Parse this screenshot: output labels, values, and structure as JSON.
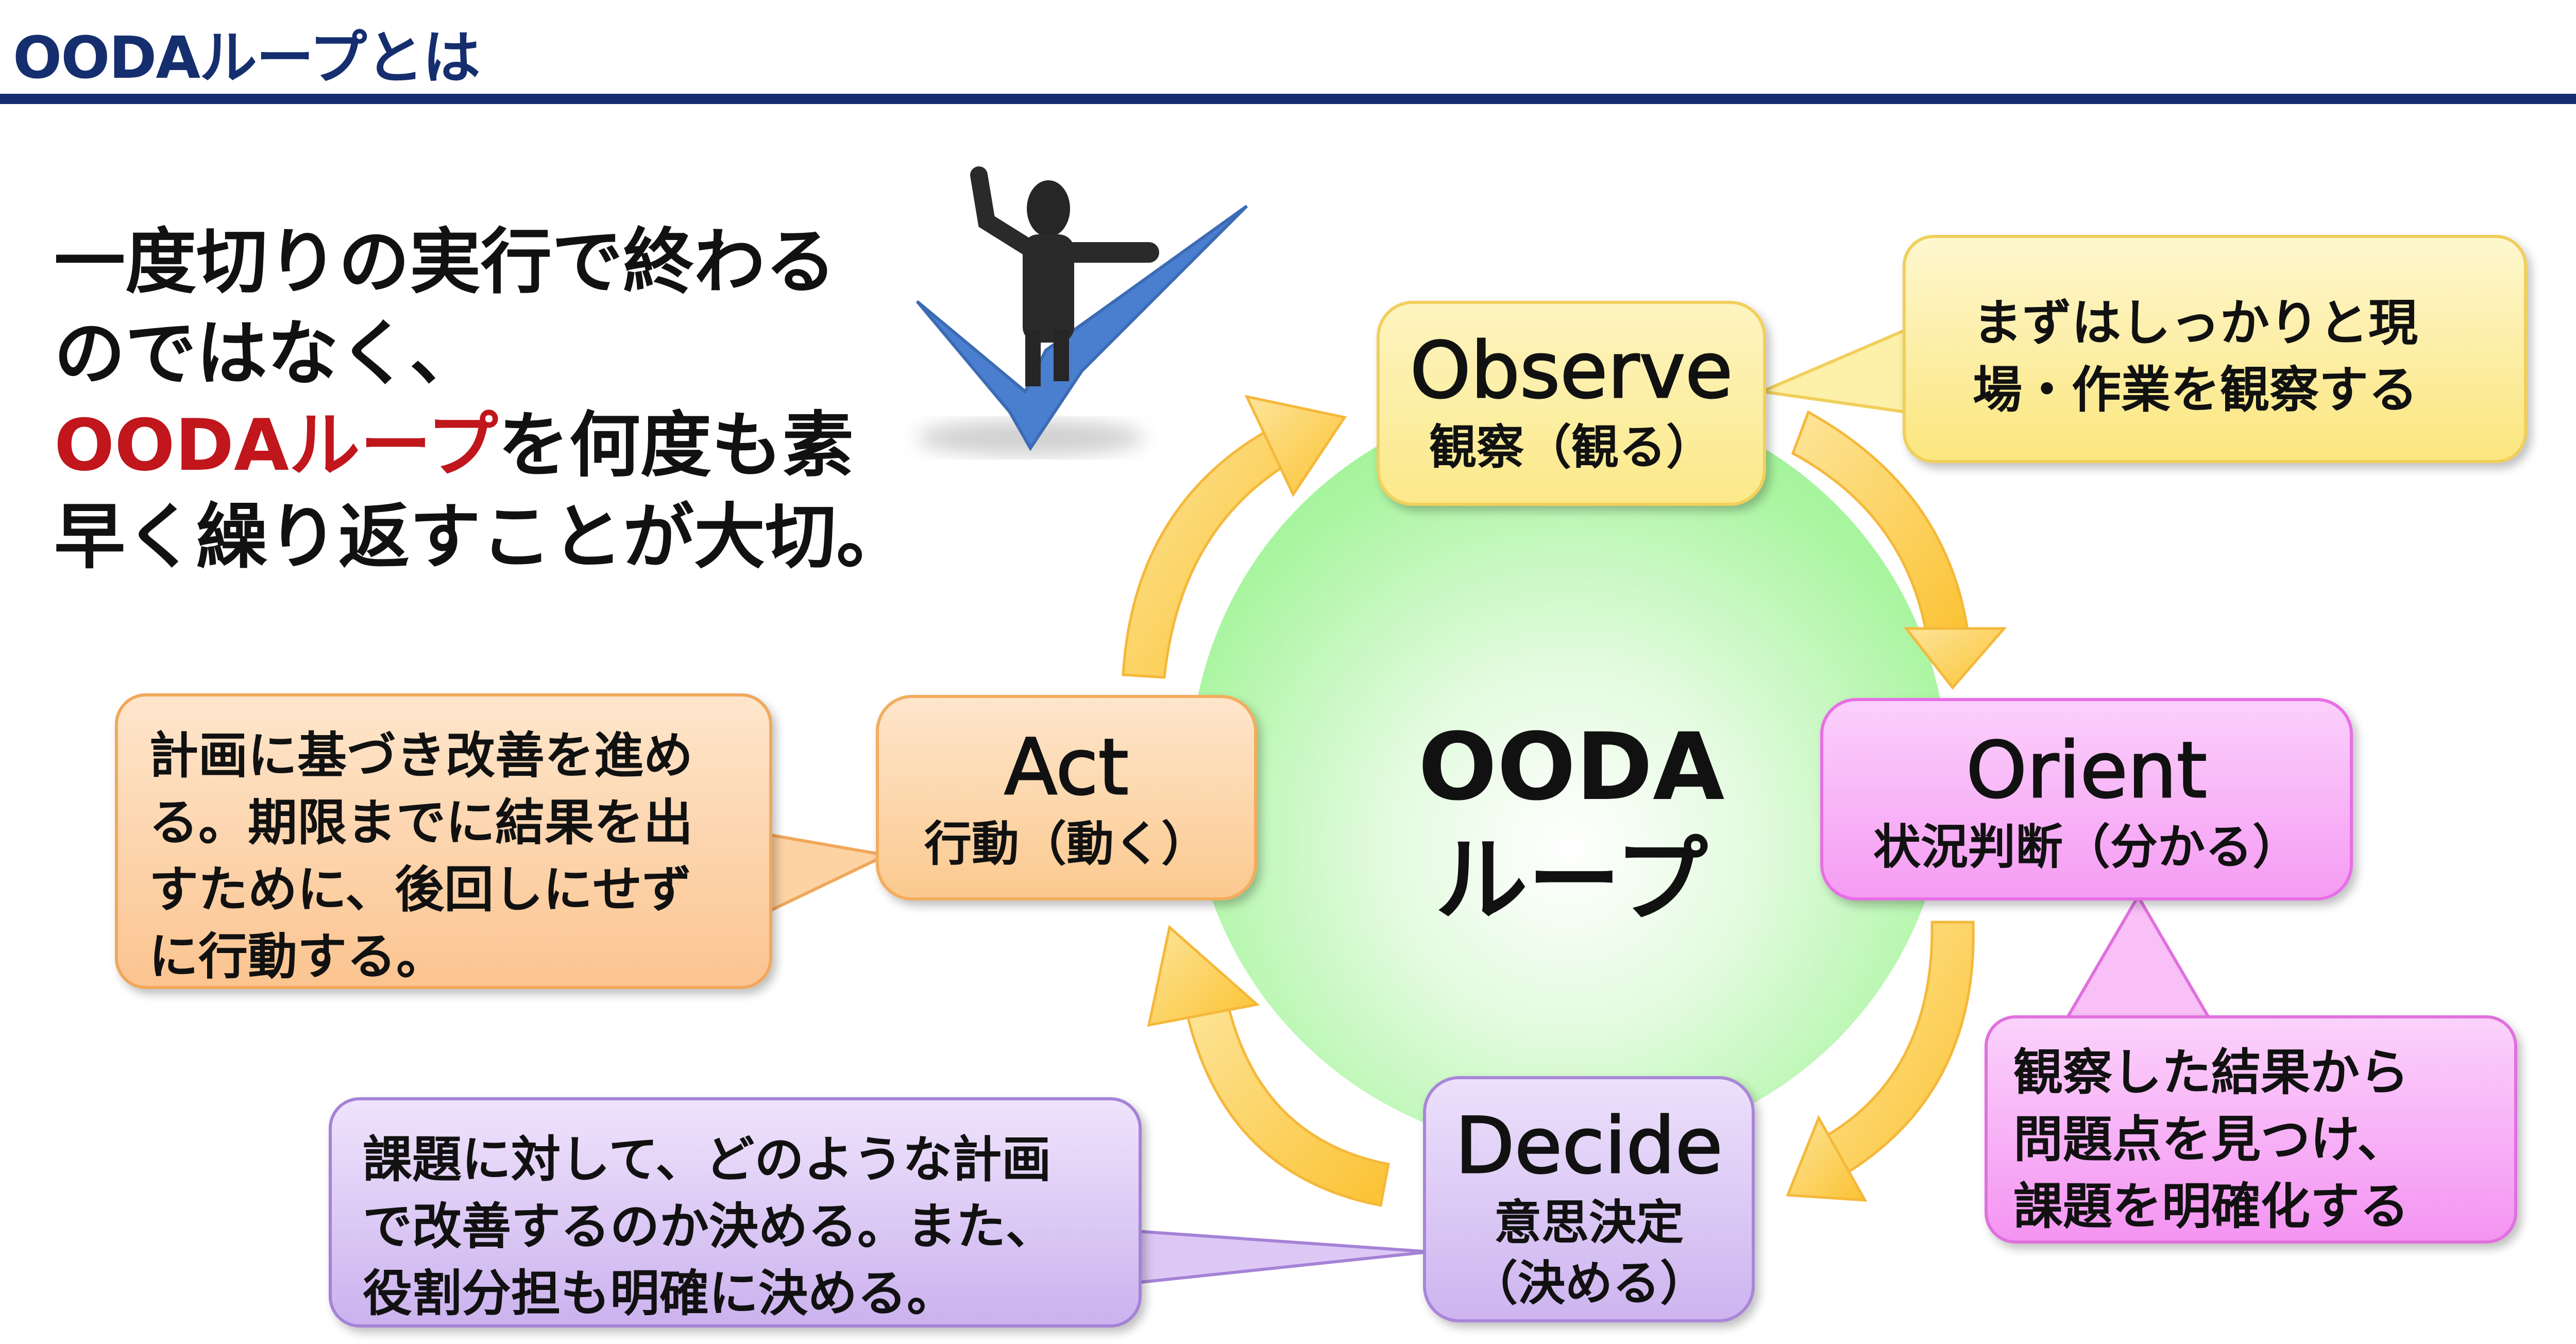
{
  "title": "OODAループとは",
  "lead": {
    "line1": "一度切りの実行で終わる",
    "line2": "のではなく、",
    "line3_highlight": "OODAループ",
    "line3_rest": "を何度も素",
    "line4": "早く繰り返すことが大切。"
  },
  "center": {
    "line1": "OODA",
    "line2": "ループ"
  },
  "steps": {
    "observe": {
      "title": "Observe",
      "subtitle": "観察（観る）",
      "note": [
        "まずはしっかりと現",
        "場・作業を観察する"
      ]
    },
    "orient": {
      "title": "Orient",
      "subtitle": "状況判断（分かる）",
      "note": [
        "観察した結果から",
        "問題点を見つけ、",
        "課題を明確化する"
      ]
    },
    "decide": {
      "title": "Decide",
      "subtitle": "意思決定",
      "subtitle2": "（決める）",
      "note": [
        "課題に対して、どのような計画",
        "で改善するのか決める。また、",
        "役割分担も明確に決める。"
      ]
    },
    "act": {
      "title": "Act",
      "subtitle": "行動（動く）",
      "note": [
        "計画に基づき改善を進め",
        "る。期限までに結果を出",
        "すために、後回しにせず",
        "に行動する。"
      ]
    }
  },
  "colors": {
    "title": "#152e6e",
    "highlight": "#c0161c",
    "arrow": "#fcc94a",
    "check": "#4a7fcf"
  }
}
